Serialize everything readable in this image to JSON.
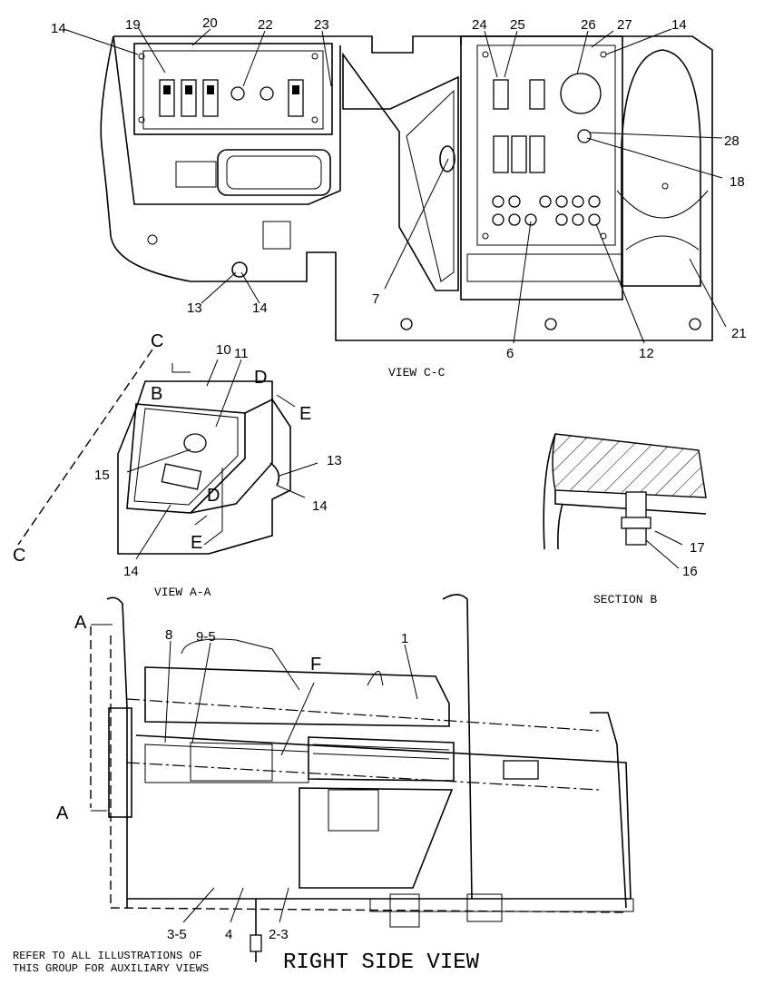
{
  "callouts": {
    "c14a": "14",
    "c19": "19",
    "c20": "20",
    "c22": "22",
    "c23": "23",
    "c24": "24",
    "c25": "25",
    "c26": "26",
    "c27": "27",
    "c14b": "14",
    "c28": "28",
    "c18": "18",
    "c21": "21",
    "c12": "12",
    "c6": "6",
    "c7": "7",
    "c13a": "13",
    "c14c": "14",
    "c10": "10",
    "c11": "11",
    "c15": "15",
    "c13b": "13",
    "c14d": "14",
    "c14e": "14",
    "c17": "17",
    "c16": "16",
    "c8": "8",
    "c9_5": "9-5",
    "c1": "1",
    "cF": "F",
    "c3_5": "3-5",
    "c4": "4",
    "c2_3": "2-3"
  },
  "section_letters": {
    "c_top": "C",
    "c_bottom": "C",
    "b": "B",
    "d_top": "D",
    "d_bottom": "D",
    "e_top": "E",
    "e_bottom": "E",
    "a_top": "A",
    "a_bottom": "A"
  },
  "view_titles": {
    "view_cc": "VIEW C-C",
    "view_aa": "VIEW A-A",
    "section_b": "SECTION B",
    "right_side": "RIGHT SIDE VIEW"
  },
  "note": {
    "line1": "REFER TO ALL ILLUSTRATIONS OF",
    "line2": "THIS GROUP FOR AUXILIARY VIEWS"
  }
}
